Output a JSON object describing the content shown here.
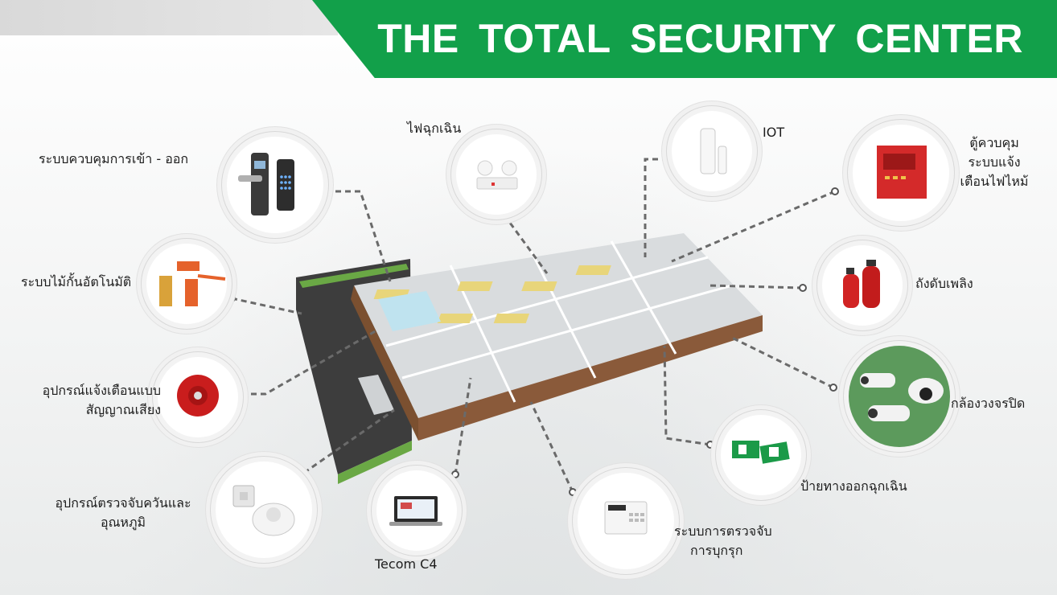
{
  "title": "THE  TOTAL  SECURITY CENTER",
  "colors": {
    "banner": "#12a04a",
    "connector": "#6a6a6a"
  },
  "items": [
    {
      "id": "access",
      "label": "ระบบควบคุมการเข้า - ออก",
      "icon": "door-lock-icon"
    },
    {
      "id": "barrier",
      "label": "ระบบไม้กั้นอัตโนมัติ",
      "icon": "barrier-gate-icon"
    },
    {
      "id": "alarm",
      "label_lines": [
        "อุปกรณ์แจ้งเตือนแบบ",
        "สัญญาณเสียง"
      ],
      "icon": "alarm-bell-icon"
    },
    {
      "id": "detector",
      "label_lines": [
        "อุปกรณ์ตรวจจับควันและ",
        "อุณหภูมิ"
      ],
      "icon": "smoke-detector-icon"
    },
    {
      "id": "tecom",
      "label": "Tecom C4",
      "icon": "laptop-icon"
    },
    {
      "id": "emlight",
      "label": "ไฟฉุกเฉิน",
      "icon": "emergency-light-icon"
    },
    {
      "id": "iot",
      "label": "IOT",
      "icon": "iot-sensor-icon"
    },
    {
      "id": "firepanel",
      "label_lines": [
        "ตู้ควบคุม",
        "ระบบแจ้ง",
        "เตือนไฟไหม้"
      ],
      "icon": "fire-alarm-panel-icon"
    },
    {
      "id": "extinguisher",
      "label": "ถังดับเพลิง",
      "icon": "fire-extinguisher-icon"
    },
    {
      "id": "cctv",
      "label": "กล้องวงจรปิด",
      "icon": "cctv-camera-icon"
    },
    {
      "id": "exitsign",
      "label": "ป้ายทางออกฉุกเฉิน",
      "icon": "exit-sign-icon"
    },
    {
      "id": "intrusion",
      "label_lines": [
        "ระบบการตรวจจับ",
        "การบุกรุก"
      ],
      "icon": "keypad-icon"
    }
  ]
}
